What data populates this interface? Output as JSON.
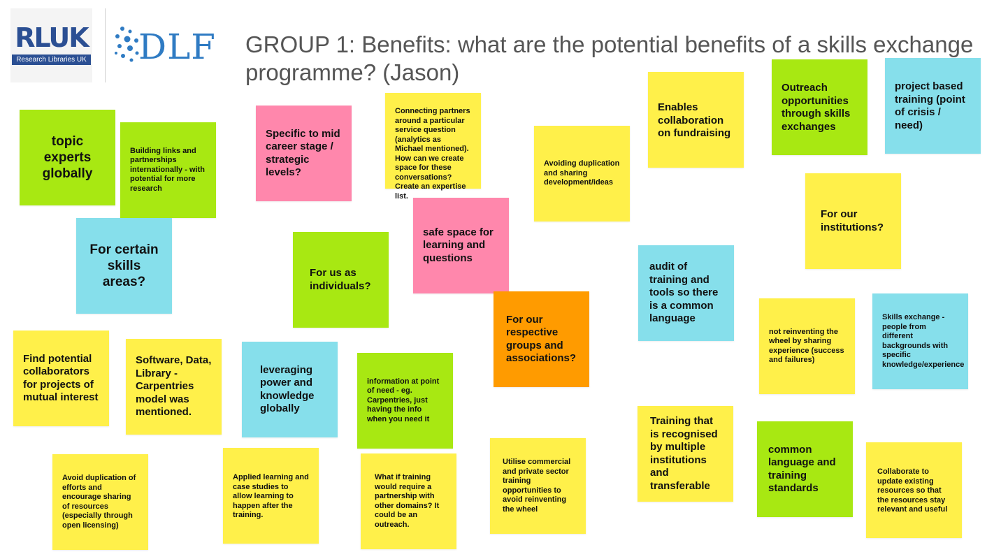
{
  "slide": {
    "title": "GROUP 1: Benefits: what are the potential benefits of a skills exchange programme? (Jason)"
  },
  "logos": {
    "rluk": {
      "text": "RLUK",
      "subtitle": "Research Libraries UK"
    },
    "dlf": {
      "text": "DLF"
    }
  },
  "colors": {
    "yellow": "#fff04a",
    "green": "#a8e812",
    "blue": "#86dfeb",
    "pink": "#ff87ac",
    "orange": "#ff9b00",
    "title": "#555555",
    "rluk_blue": "#2b4f93",
    "dlf_blue": "#2f7bc3"
  },
  "notes": [
    {
      "text": "topic experts globally",
      "color": "green"
    },
    {
      "text": "Building links and partnerships internationally - with potential for more research",
      "color": "green"
    },
    {
      "text": "For certain skills areas?",
      "color": "blue"
    },
    {
      "text": "Specific to mid career stage / strategic levels?",
      "color": "pink"
    },
    {
      "text": "Connecting partners around a particular service question (analytics as Michael mentioned). How can we create space for these conversations? Create an expertise list.",
      "color": "yellow"
    },
    {
      "text": "Avoiding duplication and sharing development/ideas",
      "color": "yellow"
    },
    {
      "text": "Enables collaboration on fundraising",
      "color": "yellow"
    },
    {
      "text": "Outreach opportunities through skills exchanges",
      "color": "green"
    },
    {
      "text": "project based training (point of crisis / need)",
      "color": "blue"
    },
    {
      "text": "For our institutions?",
      "color": "yellow"
    },
    {
      "text": "For us as individuals?",
      "color": "green"
    },
    {
      "text": "safe space for learning and questions",
      "color": "pink"
    },
    {
      "text": "audit of training and tools so there is a common language",
      "color": "blue"
    },
    {
      "text": "For our respective groups and associations?",
      "color": "orange"
    },
    {
      "text": "not reinventing the wheel by sharing experience (success and failures)",
      "color": "yellow"
    },
    {
      "text": "Skills exchange - people from different backgrounds with specific knowledge/experience",
      "color": "blue"
    },
    {
      "text": "Find potential collaborators for projects of mutual interest",
      "color": "yellow"
    },
    {
      "text": "Software, Data, Library - Carpentries model was mentioned.",
      "color": "yellow"
    },
    {
      "text": "leveraging power and knowledge globally",
      "color": "blue"
    },
    {
      "text": "information at point of need - eg. Carpentries, just having the info when you need it",
      "color": "green"
    },
    {
      "text": "Training that is recognised by multiple institutions and transferable",
      "color": "yellow"
    },
    {
      "text": "common language and training standards",
      "color": "green"
    },
    {
      "text": "Avoid duplication of efforts and encourage sharing of resources (especially through open licensing)",
      "color": "yellow"
    },
    {
      "text": "Applied learning and case studies to allow learning to happen after the training.",
      "color": "yellow"
    },
    {
      "text": "What if training would require a partnership with other domains? It could be an outreach.",
      "color": "yellow"
    },
    {
      "text": "Utilise commercial and private sector training opportunities to avoid reinventing the wheel",
      "color": "yellow"
    },
    {
      "text": "Collaborate to update existing resources so that the resources stay relevant and useful",
      "color": "yellow"
    }
  ]
}
